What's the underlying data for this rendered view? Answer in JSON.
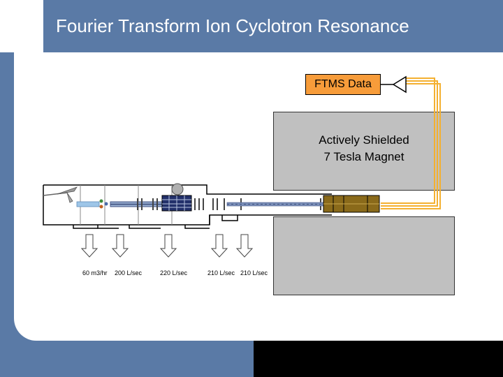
{
  "title": "Fourier Transform Ion Cyclotron Resonance",
  "ftms_label": "FTMS Data",
  "magnet": {
    "line1": "Actively Shielded",
    "line2": "7 Tesla Magnet"
  },
  "pumps": [
    {
      "label": "60 m3/hr"
    },
    {
      "label": "200 L/sec"
    },
    {
      "label": "220 L/sec"
    },
    {
      "label": "210 L/sec"
    },
    {
      "label": "210 L/sec"
    }
  ],
  "colors": {
    "header": "#5a7aa6",
    "panel": "#ffffff",
    "ftms_box": "#f79c3a",
    "signal_wire": "#f4b030",
    "magnet": "#c0c0c0",
    "ion_guide": "#4a5a8a"
  }
}
